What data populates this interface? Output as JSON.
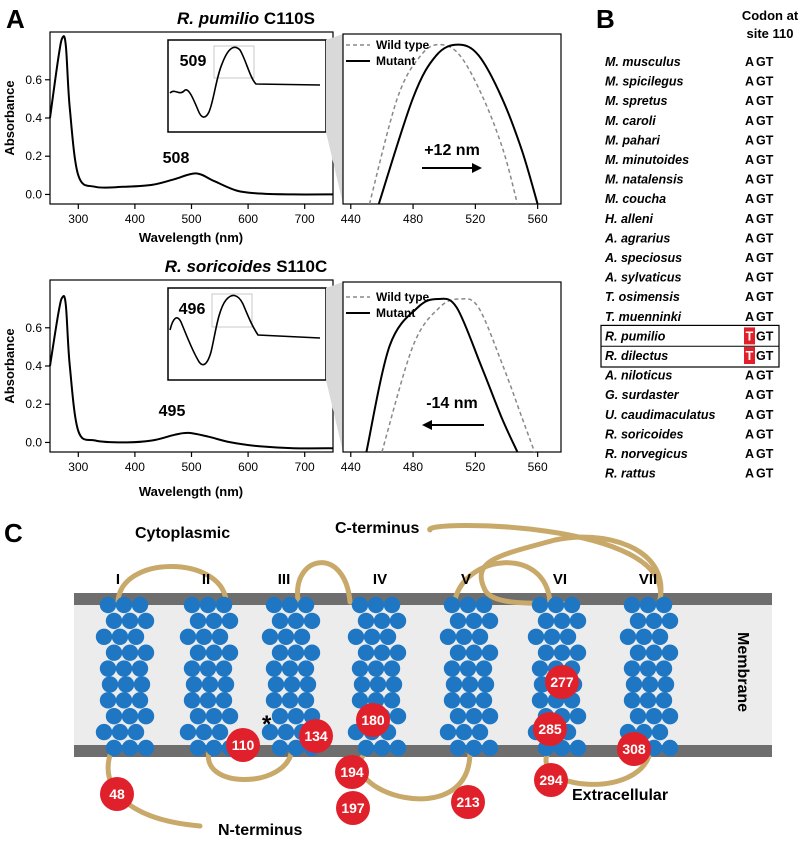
{
  "panel_a": {
    "letter": "A",
    "charts": [
      {
        "title_species": "R. pumilio",
        "title_mutation": "C110S",
        "main_peak_label": "508",
        "inset_peak_label": "509",
        "ylabel": "Absorbance",
        "xlabel": "Wavelength (nm)",
        "x_ticks": [
          "300",
          "400",
          "500",
          "600",
          "700"
        ],
        "y_ticks": [
          "0.0",
          "0.2",
          "0.4",
          "0.6"
        ],
        "zoom_x_ticks": [
          "440",
          "480",
          "520",
          "560"
        ],
        "shift_label": "+12 nm",
        "legend_wild": "Wild type",
        "legend_mutant": "Mutant"
      },
      {
        "title_species": "R. soricoides",
        "title_mutation": "S110C",
        "main_peak_label": "495",
        "inset_peak_label": "496",
        "ylabel": "Absorbance",
        "xlabel": "Wavelength (nm)",
        "x_ticks": [
          "300",
          "400",
          "500",
          "600",
          "700"
        ],
        "y_ticks": [
          "0.0",
          "0.2",
          "0.4",
          "0.6"
        ],
        "zoom_x_ticks": [
          "440",
          "480",
          "520",
          "560"
        ],
        "shift_label": "-14 nm",
        "legend_wild": "Wild type",
        "legend_mutant": "Mutant"
      }
    ]
  },
  "chart_data": [
    {
      "type": "line",
      "title": "R. pumilio C110S",
      "xlabel": "Wavelength (nm)",
      "ylabel": "Absorbance",
      "xlim": [
        250,
        750
      ],
      "ylim": [
        -0.05,
        0.85
      ],
      "series": [
        {
          "x": [
            250,
            265,
            272,
            278,
            285,
            300,
            330,
            380,
            430,
            470,
            508,
            540,
            580,
            620,
            680,
            750
          ],
          "y": [
            0.4,
            0.72,
            0.82,
            0.78,
            0.45,
            0.1,
            0.04,
            0.04,
            0.05,
            0.08,
            0.11,
            0.07,
            0.02,
            0.005,
            0.0,
            0.0
          ]
        }
      ],
      "annotations": [
        "508"
      ]
    },
    {
      "type": "line",
      "title": "R. pumilio C110S zoom",
      "xlim": [
        435,
        575
      ],
      "ylim": [
        0.3,
        0.78
      ],
      "series": [
        {
          "name": "Wild type",
          "x": [
            452,
            470,
            485,
            497,
            510,
            525,
            538,
            547
          ],
          "y": [
            0.3,
            0.6,
            0.72,
            0.75,
            0.72,
            0.6,
            0.45,
            0.3
          ]
        },
        {
          "name": "Mutant",
          "x": [
            458,
            480,
            495,
            509,
            522,
            537,
            550,
            560
          ],
          "y": [
            0.3,
            0.6,
            0.72,
            0.75,
            0.72,
            0.6,
            0.45,
            0.3
          ]
        }
      ],
      "annotations": [
        "+12 nm"
      ]
    },
    {
      "type": "line",
      "title": "R. soricoides S110C",
      "xlabel": "Wavelength (nm)",
      "ylabel": "Absorbance",
      "xlim": [
        250,
        750
      ],
      "ylim": [
        -0.05,
        0.85
      ],
      "series": [
        {
          "x": [
            250,
            265,
            272,
            278,
            285,
            300,
            330,
            380,
            430,
            470,
            495,
            530,
            570,
            620,
            680,
            750
          ],
          "y": [
            0.4,
            0.68,
            0.76,
            0.72,
            0.4,
            0.06,
            0.01,
            0.0,
            0.01,
            0.04,
            0.05,
            0.03,
            0.0,
            -0.02,
            -0.03,
            -0.03
          ]
        }
      ],
      "annotations": [
        "495"
      ]
    },
    {
      "type": "line",
      "title": "R. soricoides S110C zoom",
      "xlim": [
        435,
        575
      ],
      "ylim": [
        0.3,
        0.7
      ],
      "series": [
        {
          "name": "Wild type",
          "x": [
            460,
            480,
            497,
            510,
            522,
            538,
            550,
            558
          ],
          "y": [
            0.3,
            0.55,
            0.64,
            0.66,
            0.64,
            0.5,
            0.38,
            0.3
          ]
        },
        {
          "name": "Mutant",
          "x": [
            450,
            465,
            483,
            496,
            508,
            524,
            537,
            547
          ],
          "y": [
            0.3,
            0.55,
            0.64,
            0.66,
            0.64,
            0.5,
            0.38,
            0.3
          ]
        }
      ],
      "annotations": [
        "-14 nm"
      ]
    }
  ],
  "panel_b": {
    "letter": "B",
    "header_line1": "Codon at",
    "header_line2": "site 110",
    "rows": [
      {
        "species": "M. musculus",
        "c1": "A",
        "rest": "GT",
        "highlight": false
      },
      {
        "species": "M. spicilegus",
        "c1": "A",
        "rest": "GT",
        "highlight": false
      },
      {
        "species": "M. spretus",
        "c1": "A",
        "rest": "GT",
        "highlight": false
      },
      {
        "species": "M. caroli",
        "c1": "A",
        "rest": "GT",
        "highlight": false
      },
      {
        "species": "M. pahari",
        "c1": "A",
        "rest": "GT",
        "highlight": false
      },
      {
        "species": "M. minutoides",
        "c1": "A",
        "rest": "GT",
        "highlight": false
      },
      {
        "species": "M. natalensis",
        "c1": "A",
        "rest": "GT",
        "highlight": false
      },
      {
        "species": "M. coucha",
        "c1": "A",
        "rest": "GT",
        "highlight": false
      },
      {
        "species": "H. alleni",
        "c1": "A",
        "rest": "GT",
        "highlight": false
      },
      {
        "species": "A. agrarius",
        "c1": "A",
        "rest": "GT",
        "highlight": false
      },
      {
        "species": "A. speciosus",
        "c1": "A",
        "rest": "GT",
        "highlight": false
      },
      {
        "species": "A. sylvaticus",
        "c1": "A",
        "rest": "GT",
        "highlight": false
      },
      {
        "species": "T. osimensis",
        "c1": "A",
        "rest": "GT",
        "highlight": false
      },
      {
        "species": "T. muenninki",
        "c1": "A",
        "rest": "GT",
        "highlight": false
      },
      {
        "species": "R. pumilio",
        "c1": "T",
        "rest": "GT",
        "highlight": true
      },
      {
        "species": "R. dilectus",
        "c1": "T",
        "rest": "GT",
        "highlight": true
      },
      {
        "species": "A. niloticus",
        "c1": "A",
        "rest": "GT",
        "highlight": false
      },
      {
        "species": "G. surdaster",
        "c1": "A",
        "rest": "GT",
        "highlight": false
      },
      {
        "species": "U. caudimaculatus",
        "c1": "A",
        "rest": "GT",
        "highlight": false
      },
      {
        "species": "R. soricoides",
        "c1": "A",
        "rest": "GT",
        "highlight": false
      },
      {
        "species": "R. norvegicus",
        "c1": "A",
        "rest": "GT",
        "highlight": false
      },
      {
        "species": "R. rattus",
        "c1": "A",
        "rest": "GT",
        "highlight": false
      }
    ]
  },
  "panel_c": {
    "letter": "C",
    "cytoplasmic": "Cytoplasmic",
    "extracellular": "Extracellular",
    "membrane": "Membrane",
    "n_terminus": "N-terminus",
    "c_terminus": "C-terminus",
    "asterisk": "*",
    "helices": [
      "I",
      "II",
      "III",
      "IV",
      "V",
      "VI",
      "VII"
    ],
    "residues": [
      "48",
      "110",
      "134",
      "180",
      "194",
      "197",
      "213",
      "277",
      "285",
      "294",
      "308"
    ],
    "colors": {
      "helix_bead": "#1f77c4",
      "residue": "#e0212b",
      "loop": "#c8a96a",
      "membrane": "#ececec",
      "membrane_edge": "#6e6e6e"
    }
  }
}
